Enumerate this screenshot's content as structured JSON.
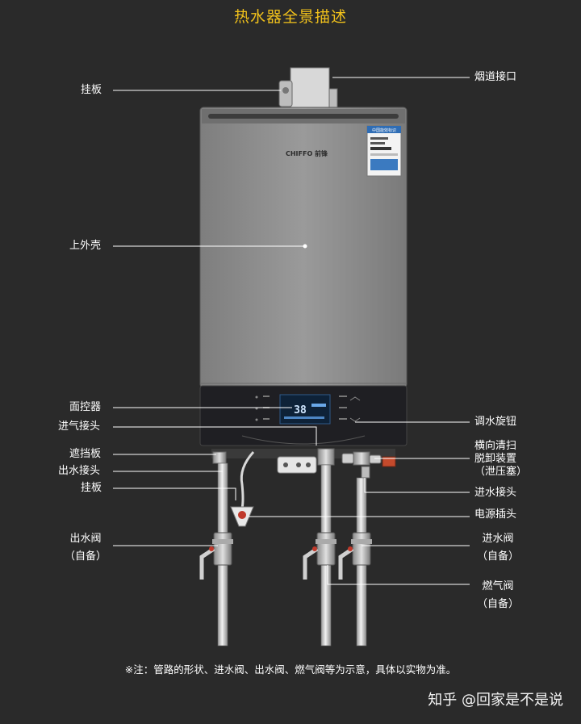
{
  "title": "热水器全景描述",
  "brand_text": "CHIFFO 前锋",
  "energy_label_title": "中国能效标识",
  "display_readout": "38",
  "left_labels": {
    "hanging_plate_top": "挂板",
    "upper_shell": "上外壳",
    "control_panel": "面控器",
    "gas_inlet": "进气接头",
    "shield_plate": "遮挡板",
    "water_outlet": "出水接头",
    "hanging_plate_bottom": "挂板",
    "outlet_valve_line1": "出水阀",
    "outlet_valve_line2": "（自备）"
  },
  "right_labels": {
    "flue_port": "烟道接口",
    "water_knob": "调水旋钮",
    "drain_line1": "横向清扫",
    "drain_line2": "脱卸装置",
    "drain_line3": "（泄压塞）",
    "water_inlet": "进水接头",
    "power_plug": "电源插头",
    "inlet_valve_line1": "进水阀",
    "inlet_valve_line2": "（自备）",
    "gas_valve_line1": "燃气阀",
    "gas_valve_line2": "（自备）"
  },
  "footnote": "※注：管路的形状、进水阀、出水阀、燃气阀等为示意，具体以实物为准。",
  "watermark": "知乎 @回家是不是说",
  "colors": {
    "background": "#2a2a2a",
    "title": "#f2c21b",
    "body_shell": "#8c8c8c",
    "panel": "#1e1e22",
    "pipe": "#d8d8d8",
    "valve_handle": "#c0392b",
    "leader_line": "#ffffff"
  }
}
